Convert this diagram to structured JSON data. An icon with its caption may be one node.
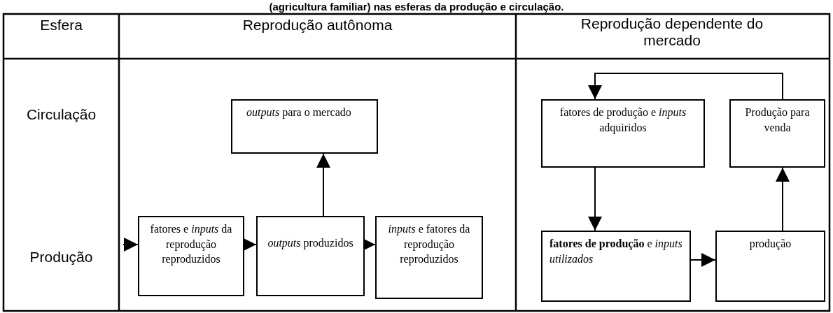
{
  "diagram": {
    "title": "(agricultura familiar) nas esferas da produção e circulação.",
    "nodes": [
      {
        "text": [
          "*outputs* para o mercado"
        ]
      },
      {
        "text": [
          "fatores e *inputs* da reprodução reproduzidos"
        ]
      },
      {
        "text": [
          "*outputs* produzidos"
        ]
      },
      {
        "text": [
          "*inputs* e fatores da reprodução reproduzidos"
        ]
      },
      {
        "text": [
          "fatores de produção e *inputs* adquiridos"
        ]
      },
      {
        "text": [
          "Produção para venda"
        ]
      },
      {
        "text": [
          "**fatores de produção** e *inputs utilizados*"
        ]
      },
      {
        "text": [
          "produção"
        ]
      }
    ],
    "edges": [
      {
        "from": null,
        "to": 1,
        "arrow": "to"
      },
      {
        "from": 1,
        "to": 2,
        "arrow": "to"
      },
      {
        "from": 2,
        "to": 3,
        "arrow": "to"
      },
      {
        "from": 2,
        "to": 0,
        "arrow": "to"
      },
      {
        "from": 4,
        "to": 6,
        "arrow": "to"
      },
      {
        "from": 6,
        "to": 7,
        "arrow": "to"
      },
      {
        "from": 7,
        "to": 5,
        "arrow": "to"
      },
      {
        "from": 5,
        "to": 4,
        "arrow": "to"
      }
    ],
    "labels": [
      "Esfera",
      "Reprodução autônoma",
      "Reprodução dependente do mercado",
      "Circulação",
      "Produção"
    ]
  }
}
